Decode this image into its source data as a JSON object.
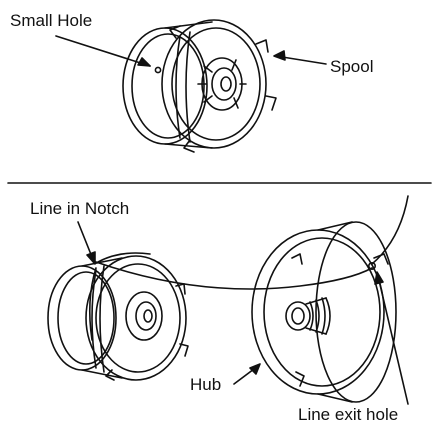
{
  "colors": {
    "ink": "#111111",
    "paper": "#ffffff"
  },
  "top_panel": {
    "labels": {
      "small_hole": "Small Hole",
      "spool": "Spool"
    }
  },
  "bottom_panel": {
    "labels": {
      "line_in_notch": "Line in Notch",
      "hub": "Hub",
      "line_exit_hole": "Line exit hole"
    }
  }
}
